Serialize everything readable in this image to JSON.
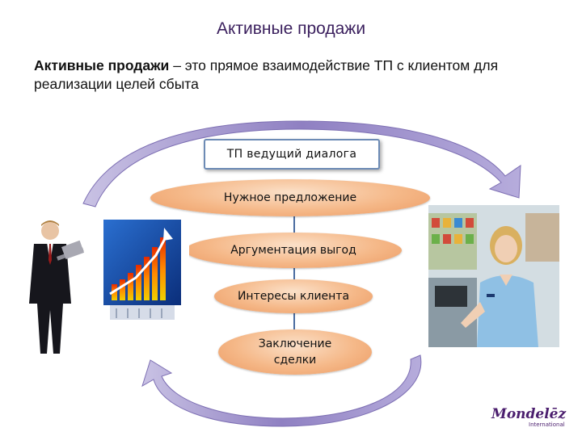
{
  "title": "Активные продажи",
  "intro": {
    "term": "Активные продажи",
    "definition": " – это прямое взаимодействие  ТП с клиентом для реализации целей сбыта"
  },
  "diagram": {
    "top_box": "ТП ведущий  диалога",
    "steps": [
      "Нужное предложение",
      "Аргументация выгод",
      "Интересы клиента",
      "Заключение сделки"
    ],
    "step4_lines": [
      "Заключение",
      "сделки"
    ]
  },
  "colors": {
    "title": "#3a1f5d",
    "box_border": "#6d8bb5",
    "ellipse": "#f5b888",
    "arrow": "#9a8cc4",
    "logo": "#4b1e6e"
  },
  "logo": {
    "brand": "Mondelēz",
    "sub": "International"
  }
}
